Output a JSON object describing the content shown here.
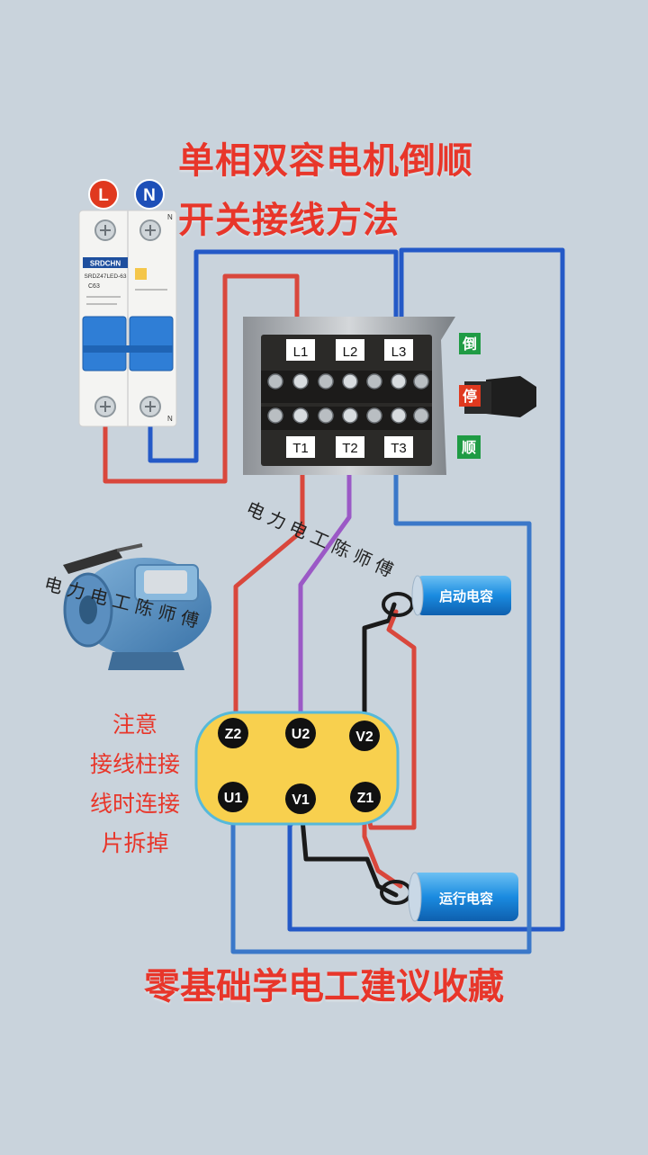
{
  "title_line1": "单相双容电机倒顺",
  "title_line2": "开关接线方法",
  "breaker": {
    "l_label": "L",
    "n_label": "N",
    "brand": "SRDCHN",
    "model": "SRDZ47LED-63",
    "rating": "C63",
    "pole_n_top": "N",
    "pole_n_bottom": "N",
    "colors": {
      "l_badge": "#e0391f",
      "n_badge": "#1d4fb8",
      "toggle": "#2f7ed6"
    }
  },
  "switch": {
    "terminals_top": [
      "L1",
      "L2",
      "L3"
    ],
    "terminals_bottom": [
      "T1",
      "T2",
      "T3"
    ],
    "reverse_label": "倒",
    "stop_label": "停",
    "forward_label": "顺",
    "colors": {
      "reverse": "#1f9b44",
      "stop": "#e0391f",
      "forward": "#1f9b44"
    }
  },
  "motor_terminals": [
    "Z2",
    "U2",
    "V2",
    "U1",
    "V1",
    "Z1"
  ],
  "capacitors": {
    "start_label": "启动电容",
    "run_label": "运行电容",
    "color": "#1a8be0"
  },
  "note_lines": [
    "注意",
    "接线柱接",
    "线时连接",
    "片拆掉"
  ],
  "watermark": "电力电工陈师傅",
  "footer": "零基础学电工建议收藏",
  "wire_colors": {
    "live": "#d9473c",
    "neutral": "#2459c7",
    "purple": "#9b59c6",
    "black": "#1a1a1a",
    "blue": "#3b78c9"
  }
}
